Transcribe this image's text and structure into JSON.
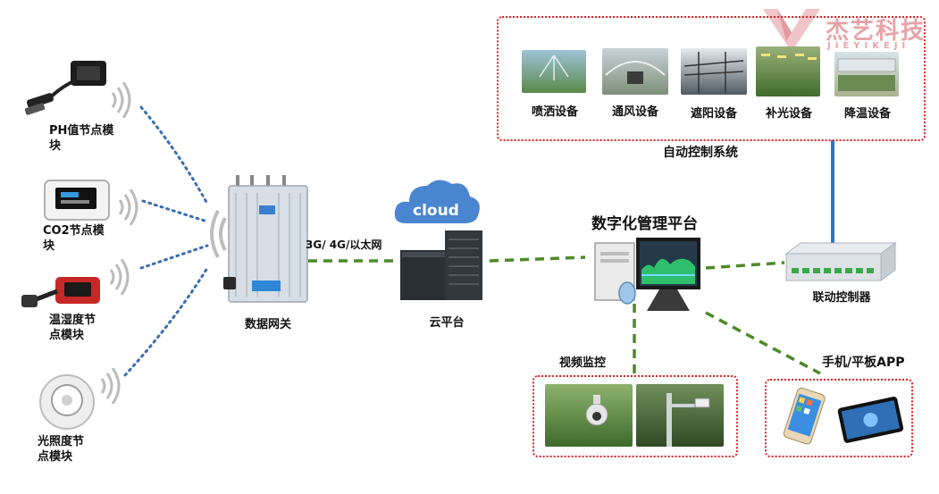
{
  "brand": {
    "name_cn": "杰艺科技",
    "name_en": "JIEYIKEJI"
  },
  "sensors": [
    {
      "label": "PH值节点模块",
      "icon": "ph-probe-icon"
    },
    {
      "label": "CO2节点模块",
      "icon": "co2-sensor-icon"
    },
    {
      "label": "温湿度节点模块",
      "icon": "temp-humidity-sensor-icon"
    },
    {
      "label": "光照度节点模块",
      "icon": "light-sensor-icon"
    }
  ],
  "gateway": {
    "label": "数据网关",
    "icon": "gateway-box-icon"
  },
  "link_label": "3G/ 4G/以太网",
  "cloud": {
    "text": "cloud",
    "label": "云平台",
    "icon": "server-icon"
  },
  "platform": {
    "label": "数字化管理平台",
    "icon": "computer-icon"
  },
  "auto_control": {
    "title": "自动控制系统",
    "devices": [
      "喷洒设备",
      "通风设备",
      "遮阳设备",
      "补光设备",
      "降温设备"
    ]
  },
  "controller": {
    "label": "联动控制器",
    "icon": "controller-icon"
  },
  "video": {
    "label": "视频监控",
    "icon": "camera-icon"
  },
  "mobile": {
    "label": "手机/平板APP",
    "icon": "phone-tablet-icon"
  },
  "colors": {
    "dotted_line": "#3b6db0",
    "dashed_line": "#4e8a2a",
    "box_border": "#e02020",
    "vertical_link": "#2a78c2",
    "brand": "#e8a3a8"
  }
}
